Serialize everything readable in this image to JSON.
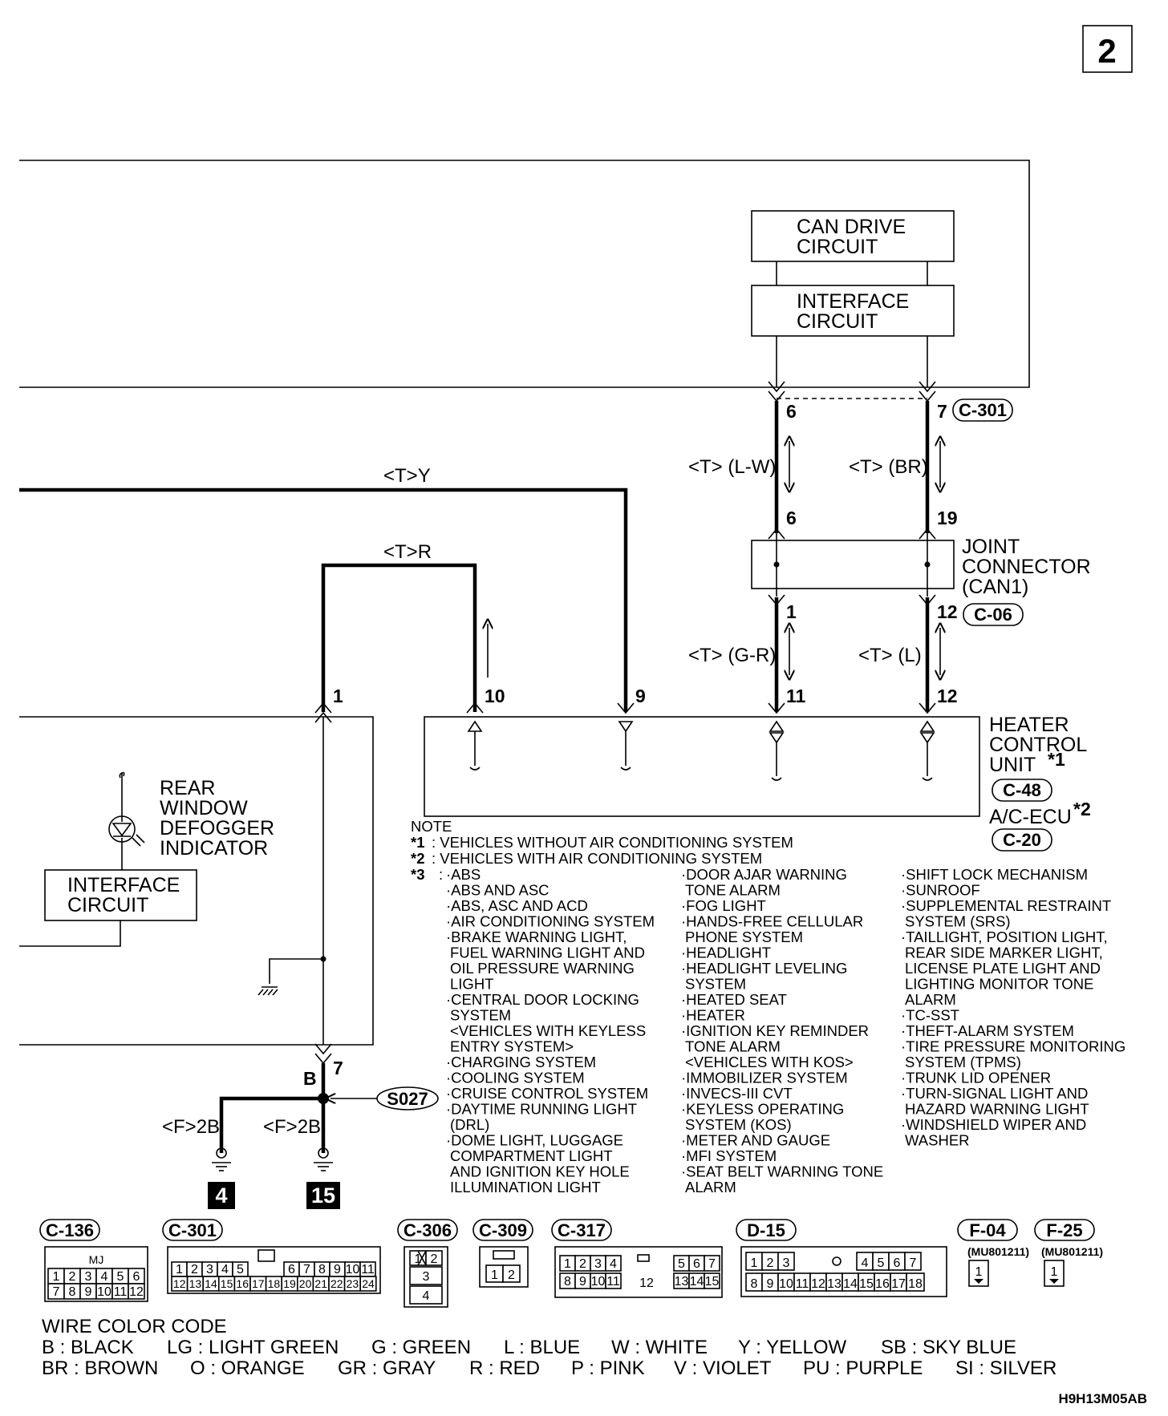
{
  "page_number": "2",
  "blocks": {
    "can_drive": [
      "CAN DRIVE",
      "CIRCUIT"
    ],
    "interface_top": [
      "INTERFACE",
      "CIRCUIT"
    ],
    "interface_left": [
      "INTERFACE",
      "CIRCUIT"
    ],
    "joint_connector": [
      "JOINT",
      "CONNECTOR",
      "(CAN1)"
    ],
    "heater_control": [
      "HEATER",
      "CONTROL",
      "UNIT"
    ],
    "heater_control_mark": "*1",
    "ac_ecu": "A/C-ECU",
    "ac_ecu_mark": "*2",
    "rear_window_indicator": [
      "REAR",
      "WINDOW",
      "DEFOGGER",
      "INDICATOR"
    ]
  },
  "connectors": {
    "c301": "C-301",
    "c06": "C-06",
    "c48": "C-48",
    "c20": "C-20",
    "s027": "S027"
  },
  "pins": {
    "c301_left": "6",
    "c301_right": "7",
    "joint_top_left": "6",
    "joint_top_right": "19",
    "joint_bot_left": "1",
    "joint_bot_right": "12",
    "unit_1": "1",
    "unit_10": "10",
    "unit_9": "9",
    "unit_11": "11",
    "unit_12": "12",
    "lower_7": "7",
    "lower_b": "B"
  },
  "wires": {
    "ty": "<T>Y",
    "tr": "<T>R",
    "lw": "<T> (L-W)",
    "br": "<T> (BR)",
    "gr": "<T> (G-R)",
    "l": "<T> (L)",
    "f2b_left": "<F>2B",
    "f2b_right": "<F>2B"
  },
  "grounds": {
    "left": "4",
    "right": "15"
  },
  "notes": {
    "title": "NOTE",
    "n1_mark": "*1",
    "n1": ": VEHICLES WITHOUT AIR CONDITIONING SYSTEM",
    "n2_mark": "*2",
    "n2": ": VEHICLES WITH AIR CONDITIONING SYSTEM",
    "n3_mark": "*3",
    "n3_colon": ":",
    "col1": [
      "·ABS",
      "·ABS AND ASC",
      "·ABS, ASC AND ACD",
      "·AIR CONDITIONING SYSTEM",
      "·BRAKE WARNING LIGHT,",
      " FUEL WARNING LIGHT AND",
      " OIL PRESSURE WARNING",
      " LIGHT",
      "·CENTRAL DOOR LOCKING",
      " SYSTEM",
      " <VEHICLES WITH KEYLESS",
      " ENTRY SYSTEM>",
      "·CHARGING SYSTEM",
      "·COOLING SYSTEM",
      "·CRUISE CONTROL SYSTEM",
      "·DAYTIME RUNNING LIGHT",
      " (DRL)",
      "·DOME LIGHT, LUGGAGE",
      " COMPARTMENT LIGHT",
      " AND IGNITION KEY HOLE",
      " ILLUMINATION LIGHT"
    ],
    "col2": [
      "·DOOR AJAR WARNING",
      " TONE ALARM",
      "·FOG LIGHT",
      "·HANDS-FREE CELLULAR",
      " PHONE SYSTEM",
      "·HEADLIGHT",
      "·HEADLIGHT LEVELING",
      " SYSTEM",
      "·HEATED SEAT",
      "·HEATER",
      "·IGNITION KEY REMINDER",
      " TONE ALARM",
      " <VEHICLES WITH KOS>",
      "·IMMOBILIZER SYSTEM",
      "·INVECS-III CVT",
      "·KEYLESS OPERATING",
      " SYSTEM (KOS)",
      "·METER AND GAUGE",
      "·MFI SYSTEM",
      "·SEAT BELT WARNING TONE",
      " ALARM"
    ],
    "col3": [
      "·SHIFT LOCK MECHANISM",
      "·SUNROOF",
      "·SUPPLEMENTAL RESTRAINT",
      " SYSTEM (SRS)",
      "·TAILLIGHT, POSITION LIGHT,",
      " REAR SIDE MARKER LIGHT,",
      " LICENSE PLATE LIGHT AND",
      " LIGHTING MONITOR TONE",
      " ALARM",
      "·TC-SST",
      "·THEFT-ALARM SYSTEM",
      "·TIRE PRESSURE MONITORING",
      " SYSTEM (TPMS)",
      "·TRUNK LID OPENER",
      "·TURN-SIGNAL LIGHT AND",
      " HAZARD WARNING LIGHT",
      "·WINDSHIELD WIPER AND",
      " WASHER"
    ]
  },
  "connector_views": {
    "c136": {
      "label": "C-136",
      "tag": "MJ",
      "row1": [
        "1",
        "2",
        "3",
        "4",
        "5",
        "6"
      ],
      "row2": [
        "7",
        "8",
        "9",
        "10",
        "11",
        "12"
      ]
    },
    "c301": {
      "label": "C-301",
      "row1": [
        "1",
        "2",
        "3",
        "4",
        "5",
        "6",
        "7",
        "8",
        "9",
        "10",
        "11"
      ],
      "row2": [
        "12",
        "13",
        "14",
        "15",
        "16",
        "17",
        "18",
        "19",
        "20",
        "21",
        "22",
        "23",
        "24"
      ]
    },
    "c306": {
      "label": "C-306",
      "pins": [
        "1",
        "2",
        "3",
        "4"
      ]
    },
    "c309": {
      "label": "C-309",
      "pins": [
        "1",
        "2"
      ]
    },
    "c317": {
      "label": "C-317",
      "row1a": [
        "1",
        "2",
        "3",
        "4"
      ],
      "row1b": [
        "5",
        "6",
        "7"
      ],
      "row2a": [
        "8",
        "9",
        "10",
        "11"
      ],
      "mid": "12",
      "row2b": [
        "13",
        "14",
        "15"
      ]
    },
    "d15": {
      "label": "D-15",
      "row1a": [
        "1",
        "2",
        "3"
      ],
      "row1b": [
        "4",
        "5",
        "6",
        "7"
      ],
      "row2a": [
        "8",
        "9",
        "10",
        "11",
        "12",
        "13",
        "14",
        "15",
        "16",
        "17"
      ],
      "last": "18"
    },
    "f04": {
      "label": "F-04",
      "part": "(MU801211)",
      "pin": "1"
    },
    "f25": {
      "label": "F-25",
      "part": "(MU801211)",
      "pin": "1"
    }
  },
  "wire_color_code": {
    "title": "WIRE COLOR CODE",
    "row1": [
      "B : BLACK",
      "LG : LIGHT GREEN",
      "G : GREEN",
      "L : BLUE",
      "W : WHITE",
      "Y : YELLOW",
      "SB : SKY BLUE"
    ],
    "row2": [
      "BR : BROWN",
      "O : ORANGE",
      "GR : GRAY",
      "R : RED",
      "P : PINK",
      "V : VIOLET",
      "PU : PURPLE",
      "SI : SILVER"
    ]
  },
  "figure_code": "H9H13M05AB"
}
